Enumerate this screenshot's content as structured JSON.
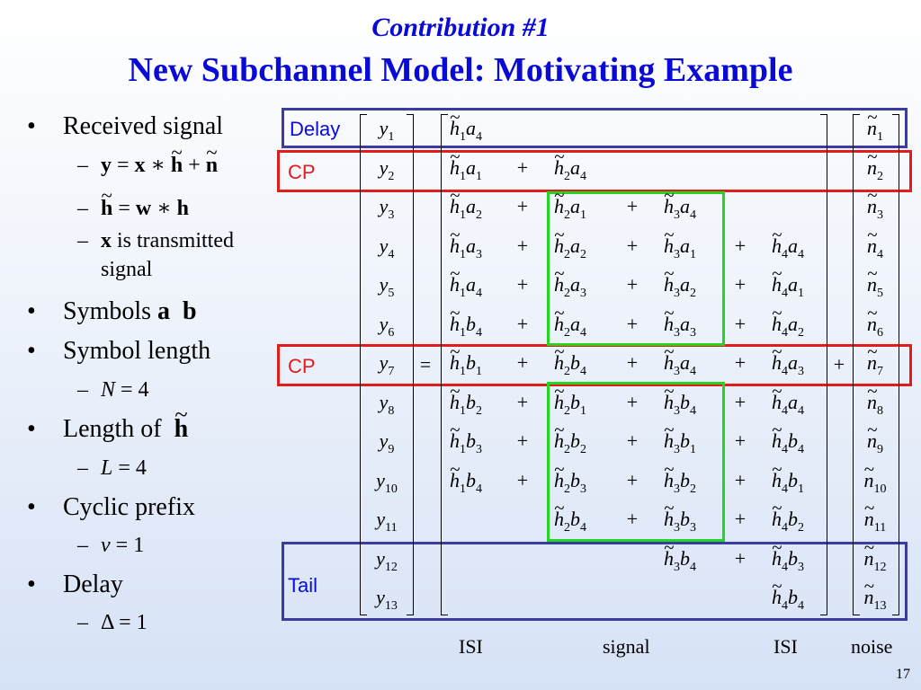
{
  "slide": {
    "subtitle": "Contribution #1",
    "title": "New Subchannel Model: Motivating Example",
    "page_number": "17"
  },
  "bullets": {
    "received_signal": "Received signal",
    "eq1": "y = x ∗ h̃ + ñ",
    "eq2": "h̃ = w ∗ h",
    "x_desc_bold": "x",
    "x_desc_1": " is transmitted",
    "x_desc_2": "signal",
    "symbols": "Symbols ",
    "symbol_length": "Symbol length",
    "n_eq": "N = 4",
    "length_of": "Length of",
    "l_eq": "L = 4",
    "cyclic_prefix": "Cyclic prefix",
    "v_eq": "v = 1",
    "delay": "Delay",
    "delta_eq": "Δ = 1"
  },
  "labels": {
    "delay": "Delay",
    "cp1": "CP",
    "cp2": "CP",
    "tail": "Tail"
  },
  "footer": {
    "isi_left": "ISI",
    "signal": "signal",
    "isi_right": "ISI",
    "noise": "noise"
  },
  "equals": "=",
  "plus_noise": "+",
  "rows": [
    {
      "y": "y",
      "ys": "1",
      "n": "n",
      "ns": "1",
      "terms": [
        [
          "a",
          "4",
          ""
        ],
        null,
        null,
        null
      ]
    },
    {
      "y": "y",
      "ys": "2",
      "n": "n",
      "ns": "2",
      "terms": [
        [
          "a",
          "1",
          ""
        ],
        [
          "a",
          "4",
          ""
        ],
        null,
        null
      ]
    },
    {
      "y": "y",
      "ys": "3",
      "n": "n",
      "ns": "3",
      "terms": [
        [
          "a",
          "2",
          ""
        ],
        [
          "a",
          "1",
          ""
        ],
        [
          "a",
          "4",
          ""
        ],
        null
      ]
    },
    {
      "y": "y",
      "ys": "4",
      "n": "n",
      "ns": "4",
      "terms": [
        [
          "a",
          "3",
          ""
        ],
        [
          "a",
          "2",
          ""
        ],
        [
          "a",
          "1",
          ""
        ],
        [
          "a",
          "4",
          ""
        ]
      ]
    },
    {
      "y": "y",
      "ys": "5",
      "n": "n",
      "ns": "5",
      "terms": [
        [
          "a",
          "4",
          ""
        ],
        [
          "a",
          "3",
          ""
        ],
        [
          "a",
          "2",
          ""
        ],
        [
          "a",
          "1",
          ""
        ]
      ]
    },
    {
      "y": "y",
      "ys": "6",
      "n": "n",
      "ns": "6",
      "terms": [
        [
          "b",
          "4",
          ""
        ],
        [
          "a",
          "4",
          ""
        ],
        [
          "a",
          "3",
          ""
        ],
        [
          "a",
          "2",
          ""
        ]
      ]
    },
    {
      "y": "y",
      "ys": "7",
      "n": "n",
      "ns": "7",
      "terms": [
        [
          "b",
          "1",
          ""
        ],
        [
          "b",
          "4",
          ""
        ],
        [
          "a",
          "4",
          ""
        ],
        [
          "a",
          "3",
          ""
        ]
      ]
    },
    {
      "y": "y",
      "ys": "8",
      "n": "n",
      "ns": "8",
      "terms": [
        [
          "b",
          "2",
          ""
        ],
        [
          "b",
          "1",
          ""
        ],
        [
          "b",
          "4",
          ""
        ],
        [
          "a",
          "4",
          ""
        ]
      ]
    },
    {
      "y": "y",
      "ys": "9",
      "n": "n",
      "ns": "9",
      "terms": [
        [
          "b",
          "3",
          ""
        ],
        [
          "b",
          "2",
          ""
        ],
        [
          "b",
          "1",
          ""
        ],
        [
          "b",
          "4",
          ""
        ]
      ]
    },
    {
      "y": "y",
      "ys": "10",
      "n": "n",
      "ns": "10",
      "terms": [
        [
          "b",
          "4",
          ""
        ],
        [
          "b",
          "3",
          ""
        ],
        [
          "b",
          "2",
          ""
        ],
        [
          "b",
          "1",
          ""
        ]
      ]
    },
    {
      "y": "y",
      "ys": "11",
      "n": "n",
      "ns": "11",
      "terms": [
        null,
        [
          "b",
          "4",
          ""
        ],
        [
          "b",
          "3",
          ""
        ],
        [
          "b",
          "2",
          ""
        ]
      ]
    },
    {
      "y": "y",
      "ys": "12",
      "n": "n",
      "ns": "12",
      "terms": [
        null,
        null,
        [
          "b",
          "4",
          ""
        ],
        [
          "b",
          "3",
          ""
        ]
      ]
    },
    {
      "y": "y",
      "ys": "13",
      "n": "n",
      "ns": "13",
      "terms": [
        null,
        null,
        null,
        [
          "b",
          "4",
          ""
        ]
      ]
    }
  ],
  "h_symbol": "h",
  "plus": "+"
}
